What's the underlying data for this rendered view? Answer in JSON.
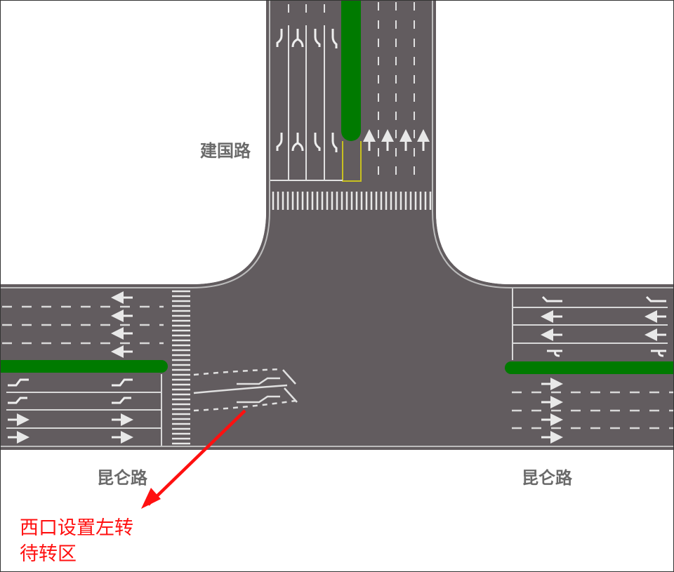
{
  "labels": {
    "north_road": "建国路",
    "west_road": "昆仑路",
    "east_road": "昆仑路"
  },
  "annotation": {
    "line1": "西口设置左转",
    "line2": "待转区",
    "color": "#ff1010"
  },
  "colors": {
    "asphalt": "#625c5f",
    "median": "#007a00",
    "marking": "#e8e8e8",
    "waiting_box": "#c8c020",
    "background": "#ffffff"
  },
  "elements": {
    "north_lanes_southbound": [
      "straight-right",
      "left-straight-right",
      "left-turn",
      "u-turn-left"
    ],
    "north_lanes_northbound": [
      "straight",
      "straight",
      "straight",
      "straight"
    ],
    "west_lanes_westbound": [
      "left-arrow",
      "left-arrow",
      "left-arrow",
      "left-arrow"
    ],
    "west_lanes_eastbound": [
      "u-turn-left",
      "left-turn",
      "straight",
      "straight"
    ],
    "east_lanes_westbound": [
      "right-turn",
      "straight",
      "straight",
      "u-turn"
    ],
    "east_lanes_eastbound": [
      "straight",
      "straight",
      "straight",
      "straight"
    ],
    "left_turn_waiting_area": "west-approach"
  }
}
